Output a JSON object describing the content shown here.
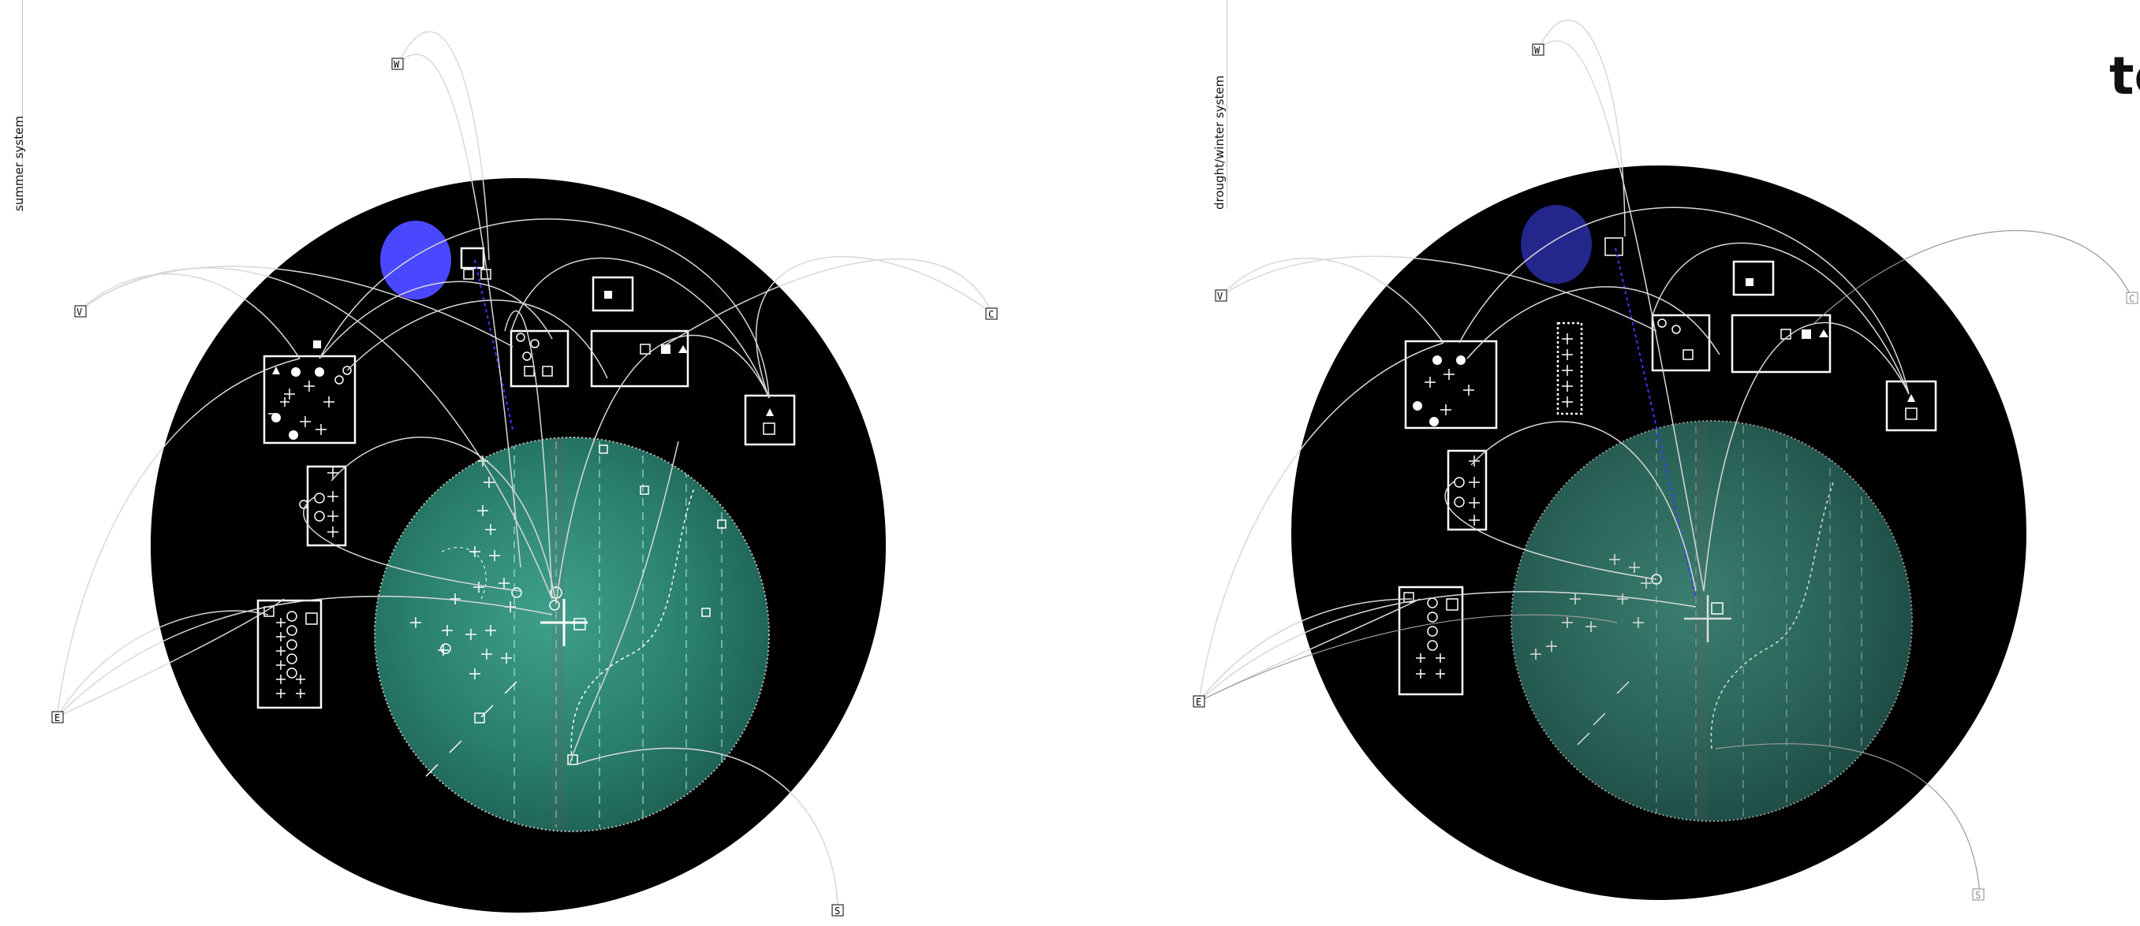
{
  "panels": [
    {
      "label": "summer system",
      "moon_color": "#4a48ff",
      "codes": {
        "west": "W",
        "north_west": "V",
        "east": "C",
        "east_low": "E",
        "south": "S",
        "n1": "E",
        "n2": "W",
        "n3": "C",
        "n4": "E",
        "n5": "C",
        "n6": "E",
        "n7": "S"
      }
    },
    {
      "label": "drought/winter system",
      "moon_color": "#23268a",
      "codes": {
        "west": "W",
        "north_west": "V",
        "east": "C",
        "east_low": "E",
        "south": "S",
        "n1": "E",
        "n2": "W",
        "n3": "C",
        "n4": "E",
        "n5": "C",
        "n6": "E",
        "n7": "S"
      }
    }
  ],
  "title_fragment": "te",
  "colors": {
    "disc": "#000000",
    "field_dark": "#1f6b5a",
    "field_light": "#3c9a86",
    "line": "#ffffff",
    "accent": "#3a3aff"
  }
}
